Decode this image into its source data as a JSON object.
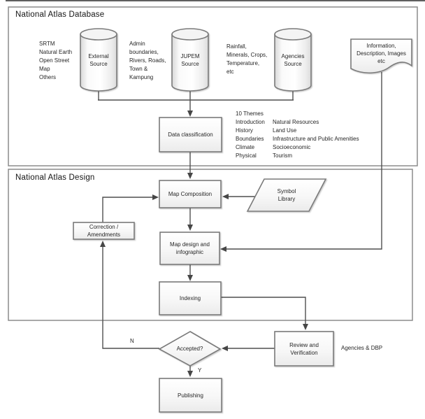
{
  "db": {
    "title": "National Atlas Database",
    "src1_caption": "SRTM\nNatural Earth\nOpen Street\nMap\nOthers",
    "cyl1": "External\nSource",
    "src2_caption": "Admin\nboundaries,\nRivers, Roads,\nTown &\nKampung",
    "cyl2": "JUPEM\nSource",
    "src3_caption": "Rainfall,\nMinerals, Crops,\nTemperature,\netc",
    "cyl3": "Agencies\nSource",
    "document": "Information,\nDescription, Images\netc",
    "classification": "Data classification",
    "themes_title": "10 Themes",
    "themes_col1": "Introduction\nHistory\nBoundaries\nClimate\nPhysical",
    "themes_col2": "Natural Resources\nLand Use\nInfrastructure and Public Amenities\nSocioeconomic\nTourism"
  },
  "design": {
    "title": "National Atlas Design",
    "map_composition": "Map Composition",
    "symbol_library": "Symbol\nLibrary",
    "correction": "Correction /\nAmendments",
    "map_design": "Map design and\ninfographic",
    "indexing": "Indexing"
  },
  "flow": {
    "accepted": "Accepted?",
    "n": "N",
    "y": "Y",
    "review": "Review and\nVerification",
    "agencies": "Agencies & DBP",
    "publishing": "Publishing"
  },
  "colors": {
    "connector": "#4f4f4f",
    "shape_border": "#7a7a7a",
    "section_border": "#8c8c8c",
    "text": "#262626"
  }
}
